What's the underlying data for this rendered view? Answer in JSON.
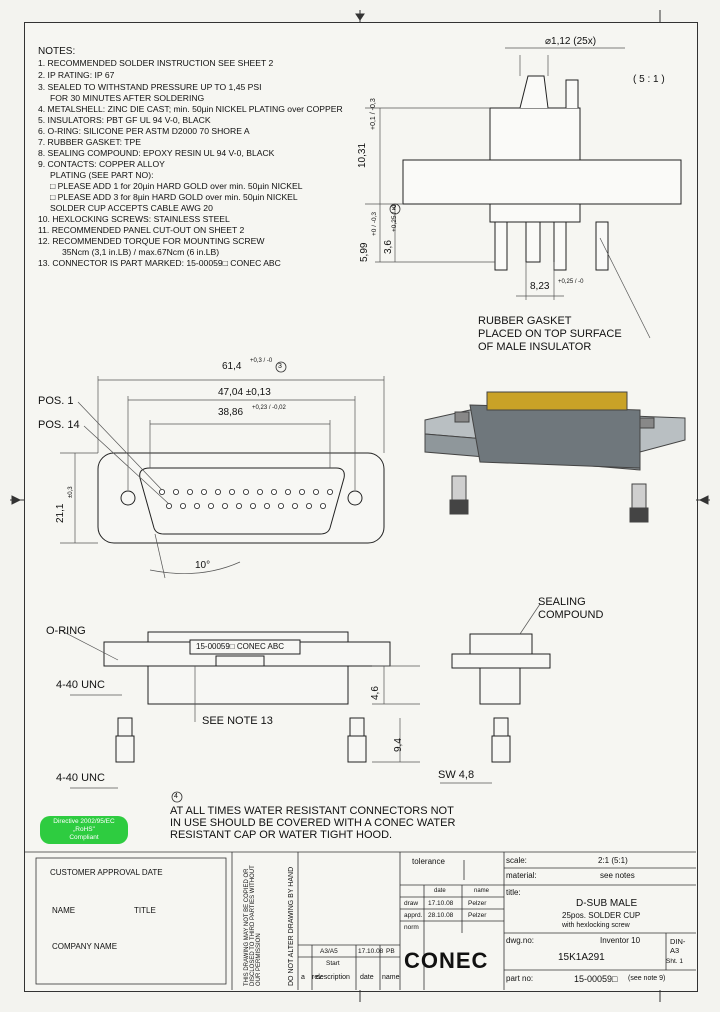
{
  "notes": {
    "heading": "NOTES:",
    "items": [
      "1. RECOMMENDED SOLDER INSTRUCTION SEE SHEET 2",
      "2. IP RATING: IP 67",
      "3. SEALED TO WITHSTAND PRESSURE UP TO 1,45 PSI",
      "FOR 30 MINUTES AFTER SOLDERING",
      "4. METALSHELL: ZINC DIE CAST; min. 50µin NICKEL PLATING over COPPER",
      "5. INSULATORS: PBT GF UL 94 V-0, BLACK",
      "6. O-RING: SILICONE PER ASTM D2000 70 SHORE A",
      "7. RUBBER GASKET: TPE",
      "8. SEALING COMPOUND: EPOXY RESIN UL 94 V-0, BLACK",
      "9. CONTACTS: COPPER ALLOY",
      "PLATING (SEE PART NO):",
      "□ PLEASE ADD 1 for 20µin HARD GOLD over min. 50µin NICKEL",
      "□ PLEASE ADD 3 for 8µin HARD GOLD over min. 50µin NICKEL",
      "SOLDER CUP ACCEPTS CABLE AWG 20",
      "10. HEXLOCKING SCREWS: STAINLESS STEEL",
      "11. RECOMMENDED PANEL CUT-OUT ON SHEET 2",
      "12. RECOMMENDED TORQUE FOR MOUNTING SCREW",
      "35Ncm (3,1 in.LB) / max.67Ncm (6 in.LB)",
      "13. CONNECTOR IS PART MARKED: 15-00059□ CONEC ABC"
    ]
  },
  "top_view": {
    "pin_dia": "⌀1,12 (25x)",
    "scale_note": "( 5 : 1 )",
    "dim_height": "10,31",
    "dim_height_tol": "+0,1 / -0,3",
    "dim_lower": "5,99",
    "dim_lower_tol": "+0 / -0,3",
    "dim_mid": "3,6",
    "dim_mid_tol": "+0,25 / -0",
    "dim_width": "8,23",
    "dim_width_tol": "+0,25 / -0",
    "callout": "RUBBER GASKET\nPLACED ON TOP SURFACE\nOF MALE INSULATOR",
    "callout_lines": [
      "RUBBER GASKET",
      "PLACED ON TOP SURFACE",
      "OF MALE INSULATOR"
    ],
    "circle_ref": "2"
  },
  "front_view": {
    "dim_overall": "61,4",
    "dim_overall_tol": "+0,3 / -0",
    "dim_screws": "47,04 ±0,13",
    "dim_insulator": "38,86",
    "dim_insulator_tol": "+0,23 / -0,02",
    "dim_height": "21,1",
    "dim_height_tol": "±0,3",
    "pos1": "POS. 1",
    "pos14": "POS. 14",
    "angle": "10°",
    "circle_ref": "3"
  },
  "side_views": {
    "oring": "O-RING",
    "unc_top": "4-40 UNC",
    "unc_bottom": "4-40 UNC",
    "see_note": "SEE NOTE 13",
    "marking": "15-00059□ CONEC ABC",
    "dim_46": "4,6",
    "dim_94": "9,4",
    "sw": "SW 4,8",
    "sealing": [
      "SEALING",
      "COMPOUND"
    ]
  },
  "warning": {
    "circle_ref": "4",
    "lines": [
      "AT ALL TIMES WATER RESISTANT CONNECTORS NOT",
      "IN USE SHOULD BE COVERED WITH A CONEC WATER",
      "RESISTANT CAP OR WATER TIGHT HOOD."
    ]
  },
  "badge": {
    "line1": "Directive 2002/95/EC",
    "line2": "„RoHS\"",
    "line3": "Compliant"
  },
  "title_block": {
    "customer_approval": "CUSTOMER APPROVAL DATE",
    "name": "NAME",
    "title_lbl": "TITLE",
    "company_name": "COMPANY NAME",
    "tolerance": "tolerance",
    "scale_lbl": "scale:",
    "scale_val": "2:1 (5:1)",
    "material_lbl": "material:",
    "material_val": "see notes",
    "date_hdr": "date",
    "name_hdr": "name",
    "draw_lbl": "draw",
    "draw_date": "17.10.08",
    "draw_name": "Pelzer",
    "appr_lbl": "apprd.",
    "appr_date": "28.10.08",
    "appr_name": "Pelzer",
    "norm_lbl": "norm",
    "title_lbl2": "title:",
    "title1": "D-SUB MALE",
    "title2": "25pos. SOLDER CUP",
    "title3": "with hexlocking screw",
    "dwg_lbl": "dwg.no:",
    "dwg_val": "15K1A291",
    "software": "Inventor 10",
    "format": "DIN-A3",
    "sheet": "Sht. 1",
    "rev_cols": [
      "a",
      "rev.",
      "description",
      "date",
      "name"
    ],
    "rev_row": [
      "",
      "A3/A5",
      "Start",
      "17.10.08",
      "PB"
    ],
    "part_lbl": "part no:",
    "part_val": "15-00059□",
    "part_note": "(see note 9)",
    "brand": "CONEC",
    "vertical_legal": "DO NOT ALTER DRAWING BY HAND",
    "confidential": "THIS DRAWING MAY NOT BE COPIED OR DISCLOSED TO THIRD PARTIES WITHOUT OUR PERMISSION"
  }
}
